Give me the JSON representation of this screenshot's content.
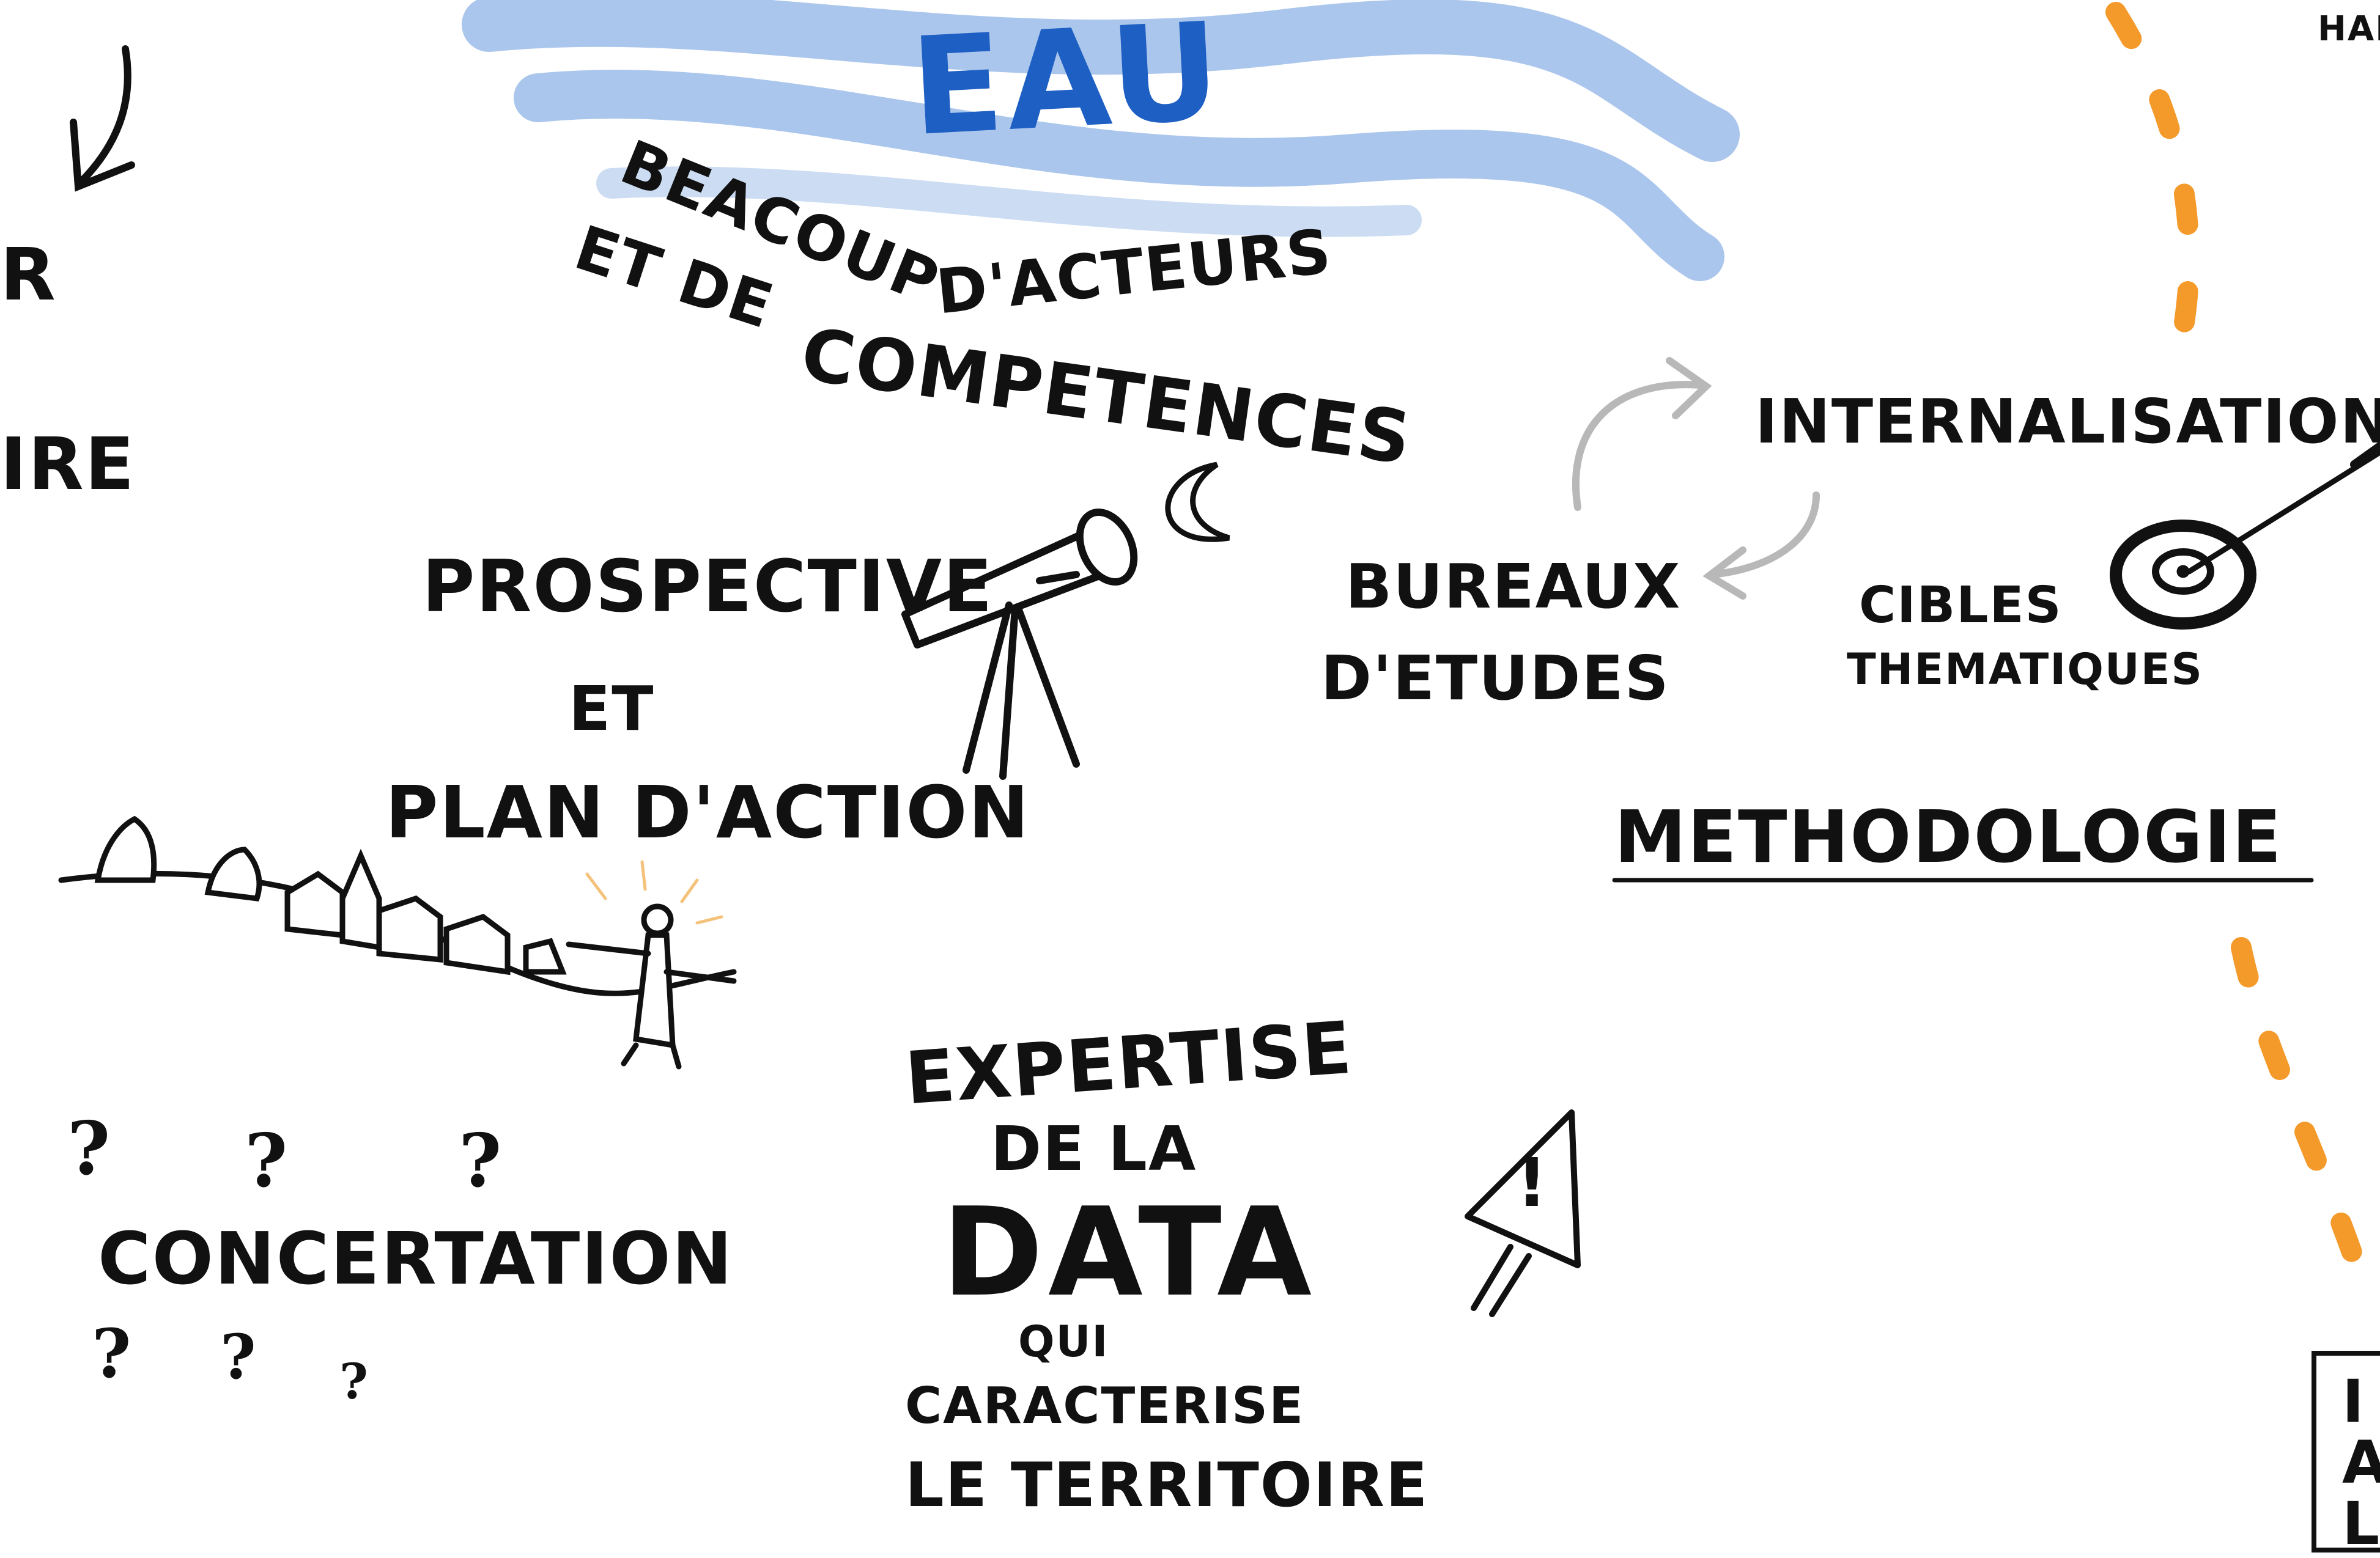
{
  "title": "EAU",
  "acteurs": {
    "line1": "BEACOUP",
    "line2": "D'ACTEURS",
    "line3": "ET DE",
    "line4": "COMPETENCES"
  },
  "prospective": {
    "line1": "PROSPECTIVE",
    "line2": "ET",
    "line3": "PLAN D'ACTION"
  },
  "methodologie": {
    "internalisation": "INTERNALISATION",
    "bureaux_line1": "BUREAUX",
    "bureaux_line2": "D'ETUDES",
    "cibles_line1": "CIBLES",
    "cibles_line2": "THEMATIQUES",
    "heading": "METHODOLOGIE"
  },
  "concertation": {
    "label": "CONCERTATION",
    "marks": [
      "?",
      "?",
      "?",
      "?",
      "?",
      "?"
    ]
  },
  "expertise": {
    "line1": "EXPERTISE",
    "line2": "DE LA",
    "line3": "DATA",
    "line4": "QUI",
    "line5": "CARACTERISE",
    "line6": "LE TERRITOIRE"
  },
  "edge_fragments": {
    "left_top": "R",
    "left_mid": "IRE",
    "top_right": "HAB",
    "box_line1": "I",
    "box_line2": "A",
    "box_line3": "L"
  },
  "warning_mark": "!",
  "colors": {
    "title_blue": "#1e5fc4",
    "water_wash": "#8fb4e6",
    "orange_dash": "#f49a2a",
    "ink": "#111111",
    "arrow_gray": "#b8b8b8"
  }
}
